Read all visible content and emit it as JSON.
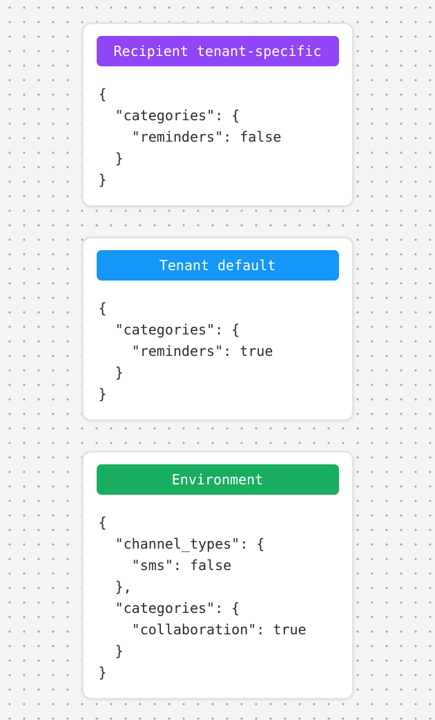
{
  "page": {
    "background_color": "#f5f4f2",
    "dot_color": "#a5a2a0"
  },
  "cards": [
    {
      "id": "recipient-tenant-specific",
      "badge": {
        "label": "Recipient tenant-specific",
        "color": "#9045f6"
      },
      "code": "{\n  \"categories\": {\n    \"reminders\": false\n  }\n}"
    },
    {
      "id": "tenant-default",
      "badge": {
        "label": "Tenant default",
        "color": "#1497f7"
      },
      "code": "{\n  \"categories\": {\n    \"reminders\": true\n  }\n}"
    },
    {
      "id": "environment",
      "badge": {
        "label": "Environment",
        "color": "#19ad5f"
      },
      "code": "{\n  \"channel_types\": {\n    \"sms\": false\n  },\n  \"categories\": {\n    \"collaboration\": true\n  }\n}"
    }
  ]
}
